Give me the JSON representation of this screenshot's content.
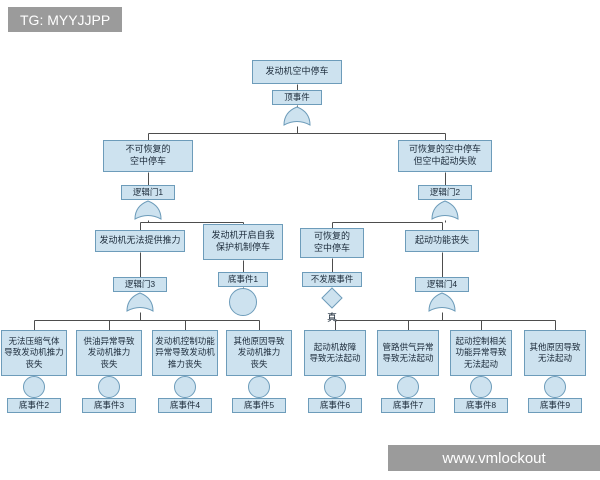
{
  "watermarks": {
    "top_left": "TG: MYYJJPP",
    "bottom_right": "www.vmlockout"
  },
  "tree": {
    "top_event": {
      "box": "发动机空中停车",
      "tag": "顶事件",
      "gate": "or"
    },
    "unrecoverable": {
      "box": "不可恢复的\n空中停车",
      "tag": "逻辑门1",
      "gate": "or"
    },
    "recoverable_fail": {
      "box": "可恢复的空中停车\n但空中起动失败",
      "tag": "逻辑门2",
      "gate": "or"
    },
    "no_thrust": {
      "box": "发动机无法提供推力",
      "tag": "逻辑门3",
      "gate": "or"
    },
    "self_protect": {
      "box": "发动机开启自我\n保护机制停车",
      "tag": "底事件1",
      "symbol": "circle"
    },
    "recoverable": {
      "box": "可恢复的\n空中停车",
      "tag": "不发展事件",
      "symbol": "diamond",
      "value": "真"
    },
    "start_loss": {
      "box": "起动功能丧失",
      "tag": "逻辑门4",
      "gate": "or"
    },
    "basic_events": [
      {
        "box": "无法压缩气体\n导致发动机推力\n丧失",
        "tag": "底事件2"
      },
      {
        "box": "供油异常导致\n发动机推力\n丧失",
        "tag": "底事件3"
      },
      {
        "box": "发动机控制功能\n异常导致发动机\n推力丧失",
        "tag": "底事件4"
      },
      {
        "box": "其他原因导致\n发动机推力\n丧失",
        "tag": "底事件5"
      },
      {
        "box": "起动机故障\n导致无法起动",
        "tag": "底事件6"
      },
      {
        "box": "管路供气异常\n导致无法起动",
        "tag": "底事件7"
      },
      {
        "box": "起动控制相关\n功能异常导致\n无法起动",
        "tag": "底事件8"
      },
      {
        "box": "其他原因导致\n无法起动",
        "tag": "底事件9"
      }
    ]
  },
  "colors": {
    "node_fill": "#cde2ef",
    "node_border": "#6d9cba",
    "line": "#4d4d4d",
    "watermark_bg": "#9b9b9b"
  }
}
